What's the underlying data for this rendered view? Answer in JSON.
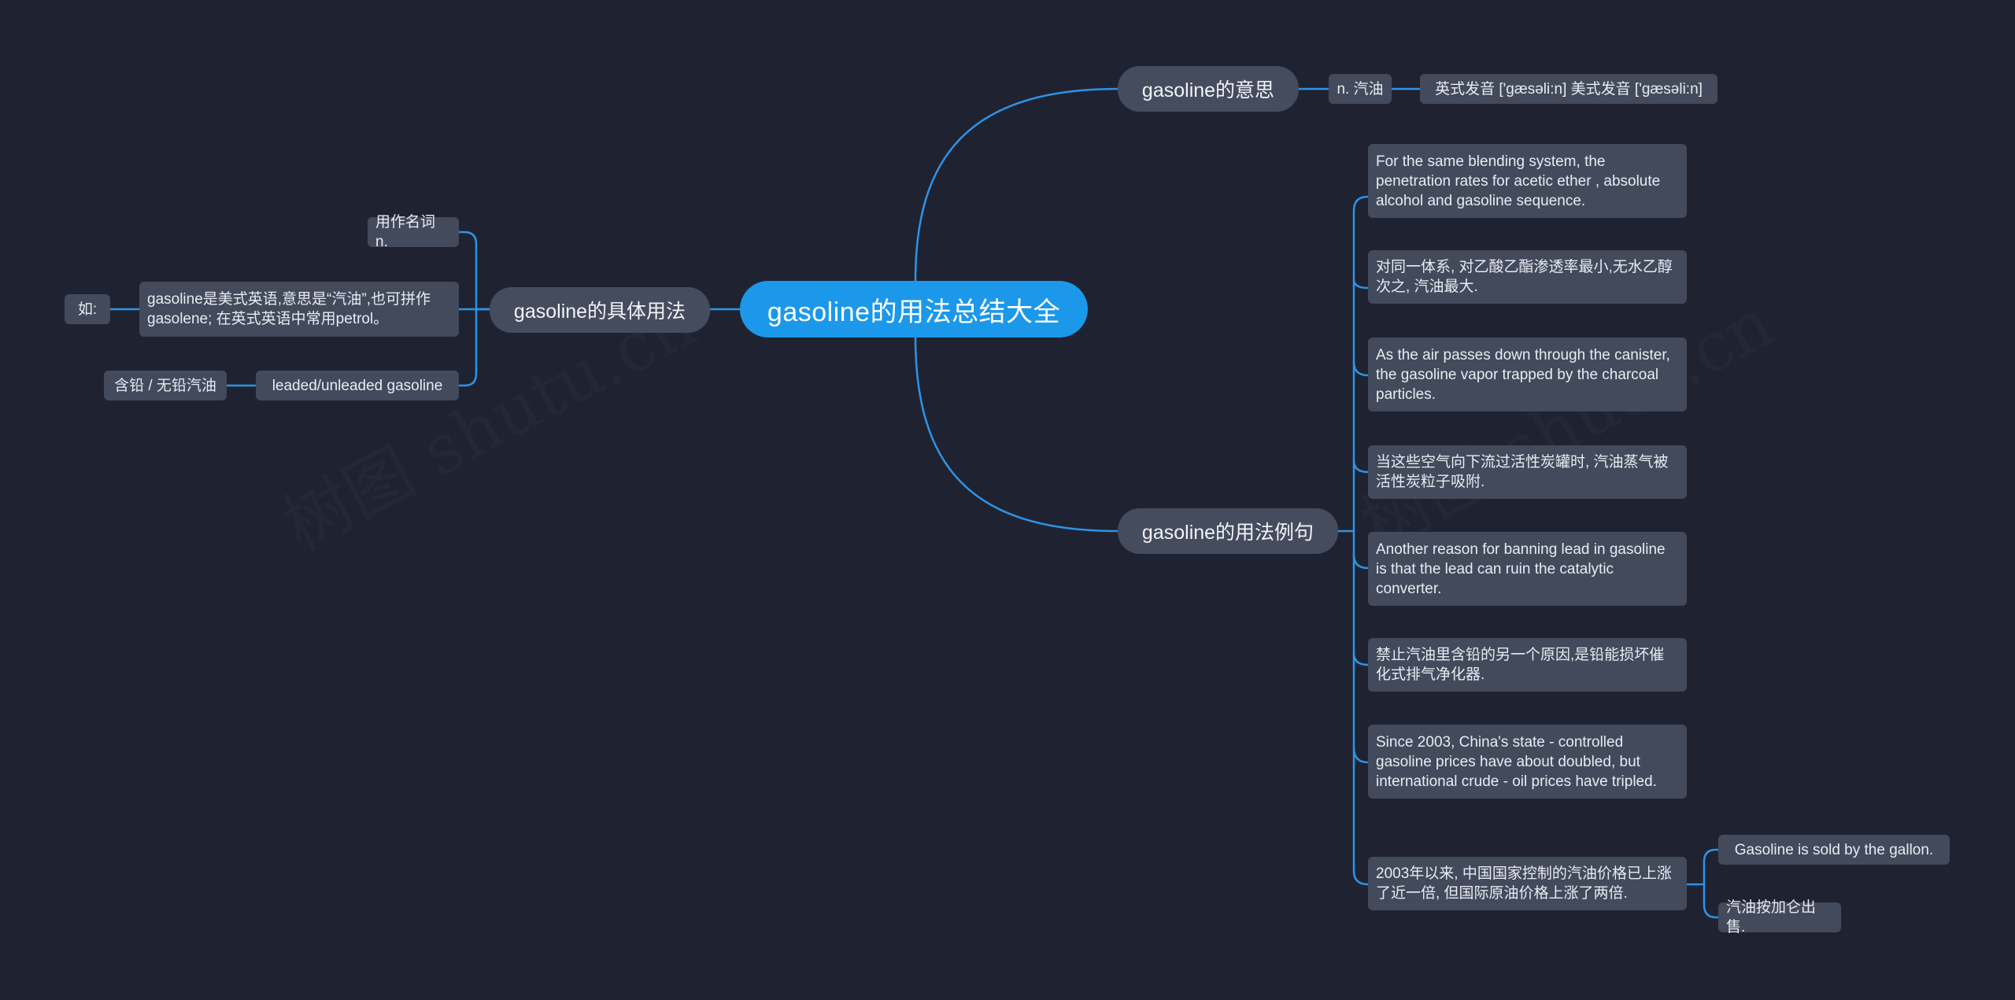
{
  "root": {
    "label": "gasoline的用法总结大全"
  },
  "meaning": {
    "label": "gasoline的意思",
    "pos": "n. 汽油",
    "pronunciation": "英式发音 ['gæsəli:n] 美式发音 ['gæsəli:n]"
  },
  "usage": {
    "label": "gasoline的具体用法",
    "as_noun": "用作名词 n.",
    "note": "gasoline是美式英语,意思是“汽油”,也可拼作gasolene; 在英式英语中常用petrol。",
    "example_label": "如:",
    "phrase": "leaded/unleaded gasoline",
    "phrase_cn": "含铅 / 无铅汽油"
  },
  "examples": {
    "label": "gasoline的用法例句",
    "items": [
      "For the same blending system, the penetration rates for acetic ether , absolute alcohol and gasoline sequence.",
      "对同一体系, 对乙酸乙酯渗透率最小,无水乙醇次之, 汽油最大.",
      "As the air passes down through the canister, the gasoline vapor trapped by the charcoal particles.",
      "当这些空气向下流过活性炭罐时, 汽油蒸气被活性炭粒子吸附.",
      "Another reason for banning lead in gasoline is that the lead can ruin the catalytic converter.",
      "禁止汽油里含铅的另一个原因,是铅能损坏催化式排气净化器.",
      "Since 2003, China's state - controlled gasoline prices have about doubled, but international crude - oil prices have tripled.",
      "2003年以来, 中国国家控制的汽油价格已上涨了近一倍, 但国际原油价格上涨了两倍."
    ],
    "sub_items": [
      "Gasoline is sold by the gallon.",
      "汽油按加仑出售."
    ]
  },
  "watermark": "树图 shutu.cn",
  "colors": {
    "background": "#1f2331",
    "accent": "#1c98ea",
    "node": "#434a5b",
    "link": "#2e93e6"
  }
}
